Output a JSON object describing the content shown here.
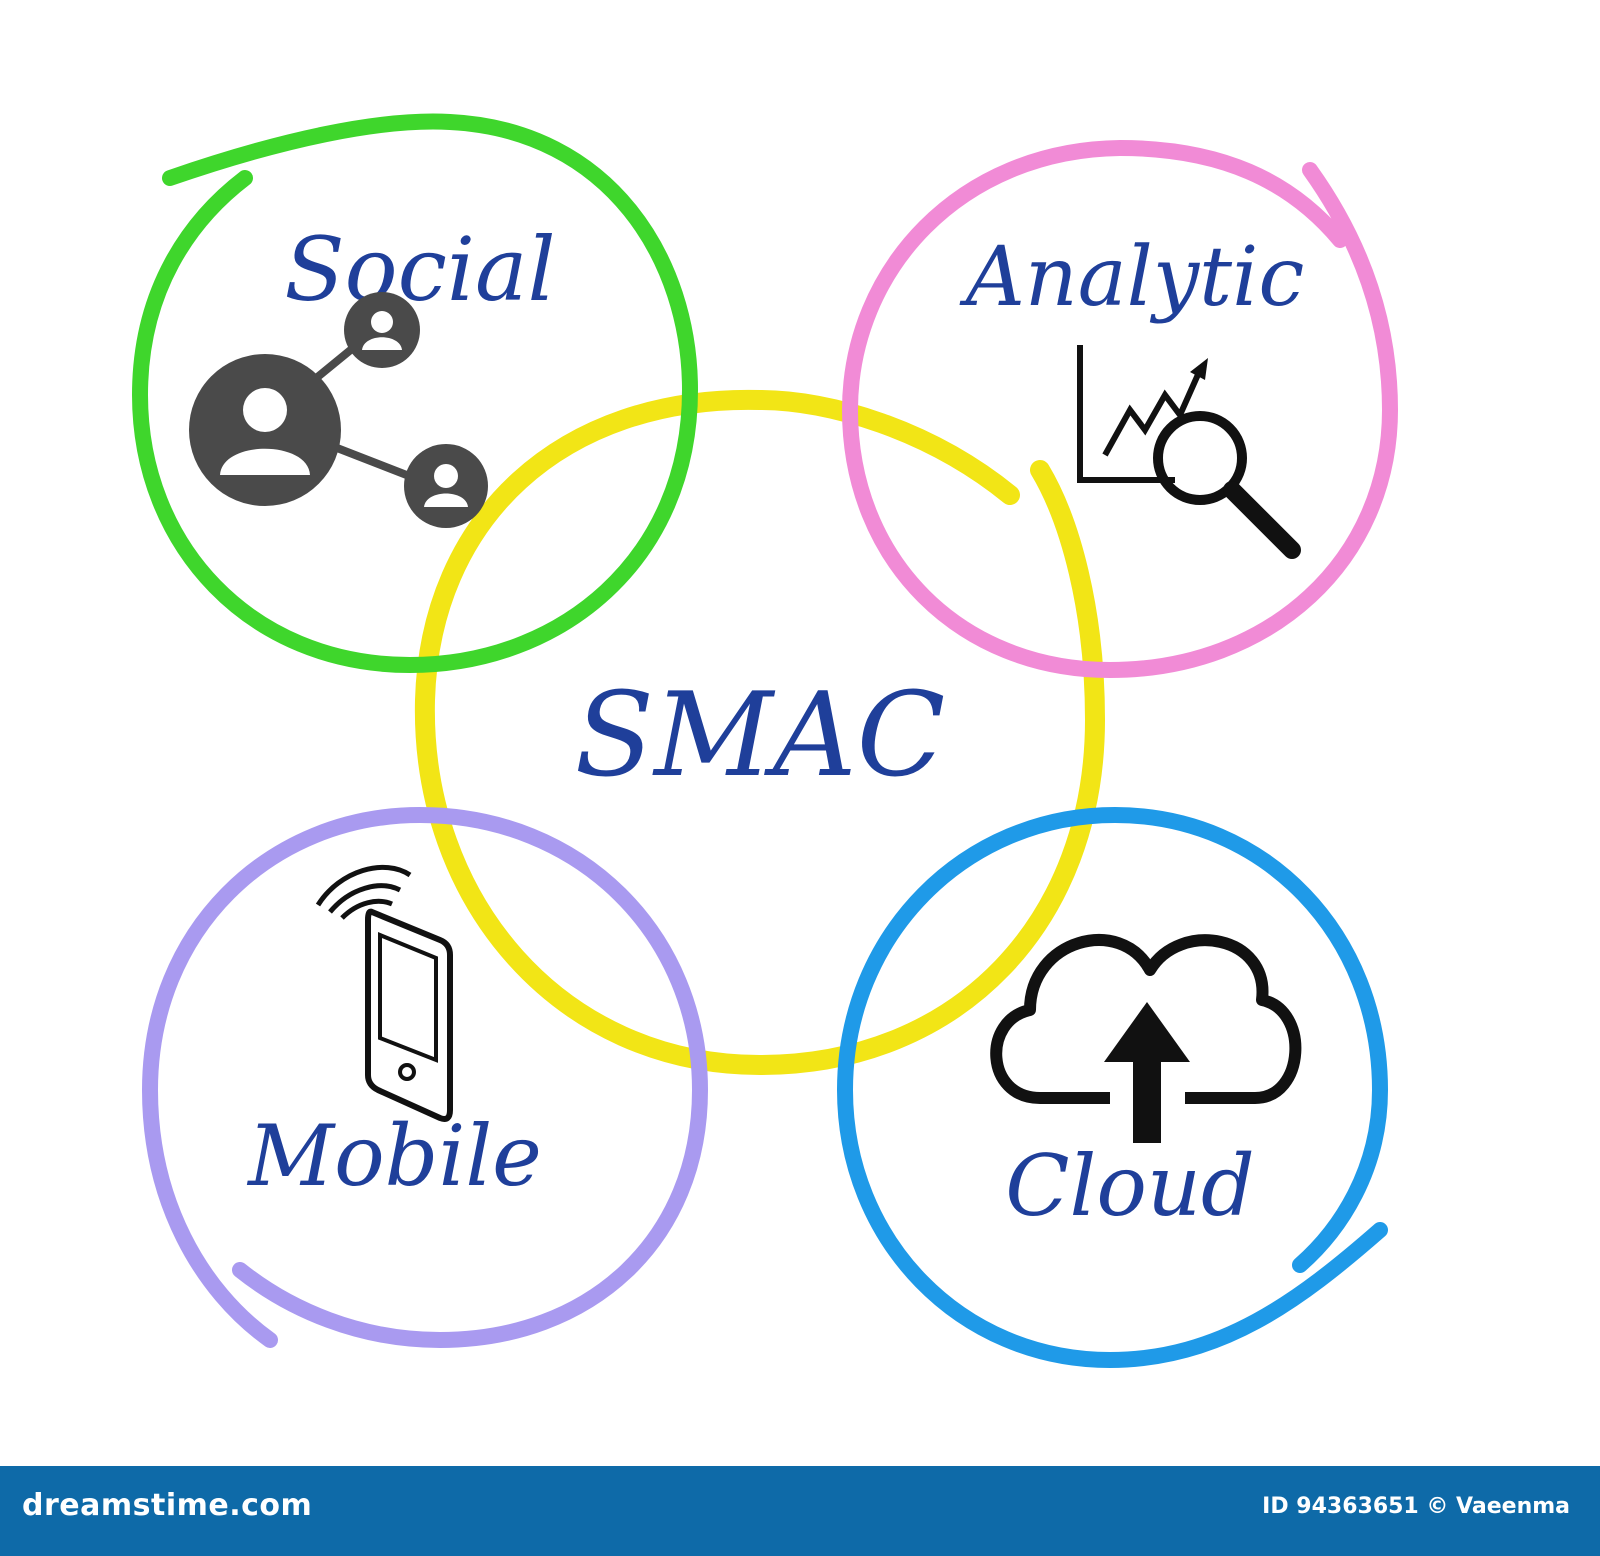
{
  "diagram": {
    "center": {
      "label": "SMAC",
      "color": "#f2e516"
    },
    "nodes": [
      {
        "label": "Social",
        "color": "#3fd62c",
        "icon": "social-network-icon"
      },
      {
        "label": "Analytic",
        "color": "#f18bd6",
        "icon": "analytics-chart-magnifier-icon"
      },
      {
        "label": "Mobile",
        "color": "#a99af0",
        "icon": "mobile-phone-signal-icon"
      },
      {
        "label": "Cloud",
        "color": "#1f9ae8",
        "icon": "cloud-upload-icon"
      }
    ],
    "text_color": "#1f3f9a"
  },
  "footer": {
    "brand": "dreamstime.com",
    "credit": "ID 94363651 © Vaeenma",
    "bg_color": "#0e6aa8"
  }
}
